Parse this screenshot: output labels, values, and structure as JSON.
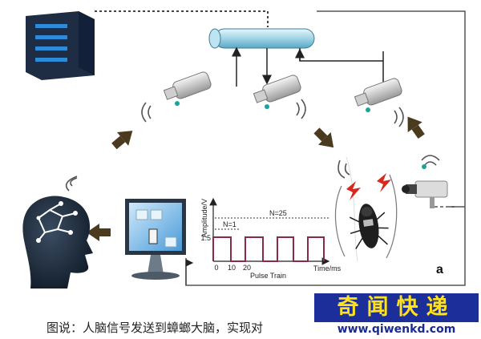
{
  "diagram": {
    "pulse_chart": {
      "y_axis_label": "Amplitude/V",
      "y_tick": "1.5",
      "x_ticks": [
        "0",
        "10",
        "20"
      ],
      "x_axis_label": "Time/ms",
      "caption": "Pulse Train",
      "marker_n1": "N=1",
      "marker_n25": "N=25"
    },
    "panel_label": "a"
  },
  "caption": {
    "text": "图说：人脑信号发送到蟑螂大脑，实现对"
  },
  "watermark": {
    "title": "奇闻快递",
    "url": "www.qiwenkd.com"
  },
  "colors": {
    "arrow": "#4a3a1e",
    "pipe": "#9fd3e6",
    "server": "#1f2d44",
    "server_light": "#2e8bdc",
    "head": "#1c2a3a",
    "pulse": "#8a2a4a",
    "watermark_bg": "#1c2e9a",
    "watermark_text": "#ffe21a"
  }
}
